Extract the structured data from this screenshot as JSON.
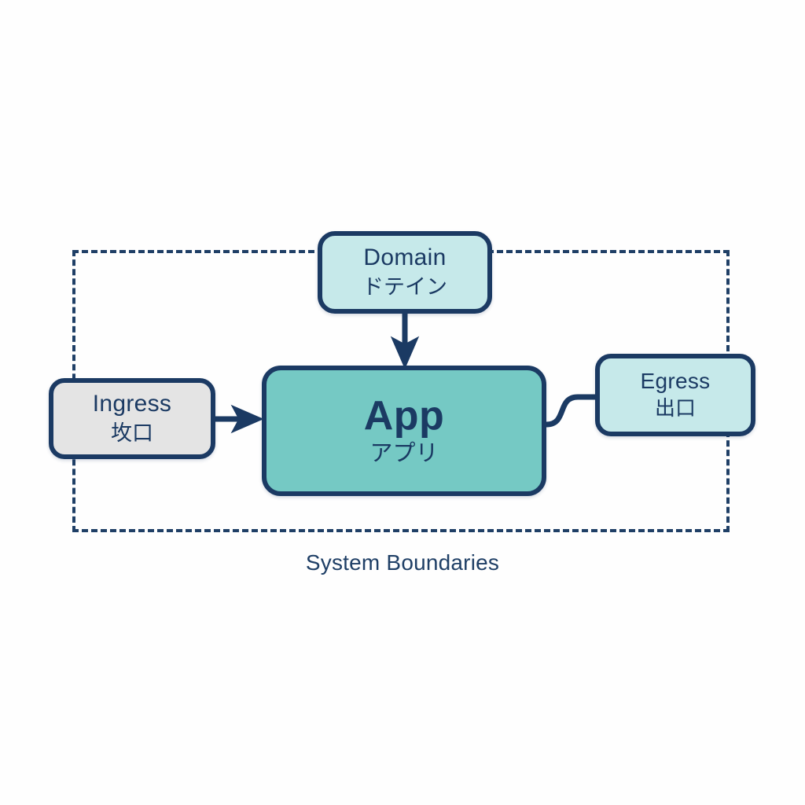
{
  "diagram": {
    "background_color": "#fefefe",
    "stroke_color": "#1b3a63",
    "boundary": {
      "label": "System Boundaries",
      "style": "dashed",
      "color": "#1f3f66"
    },
    "nodes": [
      {
        "id": "domain",
        "title_en": "Domain",
        "title_ja": "ドテイン",
        "fill": "#c6e9ea",
        "border": "#1b3a63"
      },
      {
        "id": "ingress",
        "title_en": "Ingress",
        "title_ja": "坆口",
        "fill": "#e4e4e4",
        "border": "#1b3a63"
      },
      {
        "id": "app",
        "title_en": "App",
        "title_ja": "アプリ",
        "fill": "#75c9c4",
        "border": "#1b3a63"
      },
      {
        "id": "egress",
        "title_en": "Egress",
        "title_ja": "出口",
        "fill": "#c6e9ea",
        "border": "#1b3a63"
      }
    ],
    "edges": [
      {
        "id": "domain-to-app",
        "from": "domain",
        "to": "app",
        "style": "straight-arrow",
        "direction": "down"
      },
      {
        "id": "ingress-to-app",
        "from": "ingress",
        "to": "app",
        "style": "straight-arrow",
        "direction": "right"
      },
      {
        "id": "app-to-egress",
        "from": "app",
        "to": "egress",
        "style": "curved-s-connector",
        "direction": "right"
      }
    ]
  }
}
